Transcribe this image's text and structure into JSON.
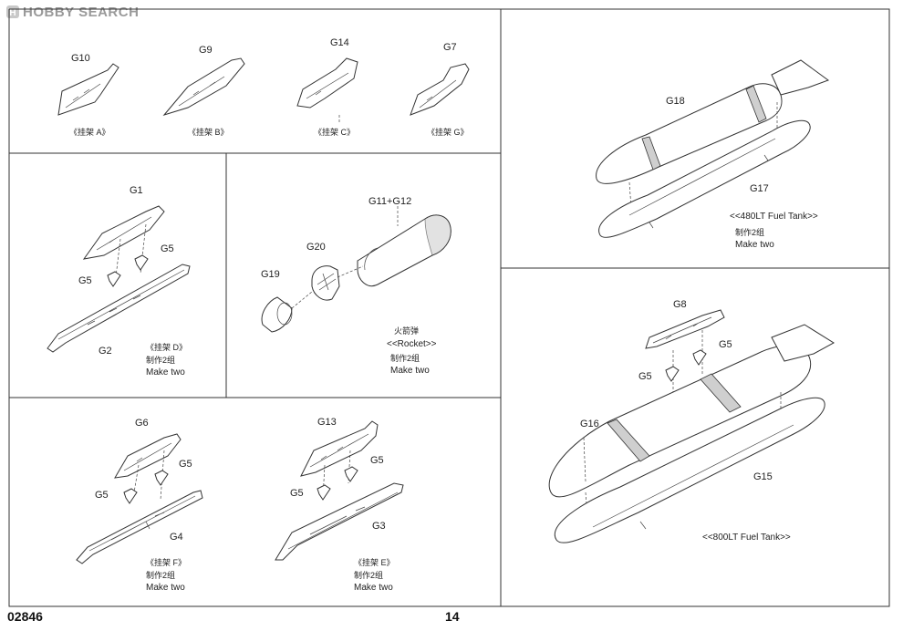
{
  "watermark": {
    "brand": "HOBBY SEARCH"
  },
  "footer": {
    "kit_number": "02846",
    "page_number": "14"
  },
  "pylons_top": [
    {
      "part": "G10",
      "caption": "《挂架 A》"
    },
    {
      "part": "G9",
      "caption": "《挂架 B》"
    },
    {
      "part": "G14",
      "caption": "《挂架 C》"
    },
    {
      "part": "G7",
      "caption": "《挂架 G》"
    }
  ],
  "pylon_d": {
    "pylon": "G1",
    "clip_a": "G5",
    "clip_b": "G5",
    "rail": "G2",
    "caption": "《挂架 D》",
    "note_cn": "制作2组",
    "note_en": "Make two"
  },
  "rocket": {
    "body": "G11+G12",
    "fins": "G20",
    "nose": "G19",
    "caption_cn": "火箭弹",
    "caption_en": "<<Rocket>>",
    "note_cn": "制作2组",
    "note_en": "Make two"
  },
  "pylon_f": {
    "pylon": "G6",
    "clip_a": "G5",
    "clip_b": "G5",
    "rail": "G4",
    "caption": "《挂架 F》",
    "note_cn": "制作2组",
    "note_en": "Make two"
  },
  "pylon_e": {
    "pylon": "G13",
    "clip_a": "G5",
    "clip_b": "G5",
    "rail": "G3",
    "caption": "《挂架 E》",
    "note_cn": "制作2组",
    "note_en": "Make two"
  },
  "tank_480": {
    "upper": "G18",
    "lower": "G17",
    "caption": "<<480LT Fuel Tank>>",
    "note_cn": "制作2组",
    "note_en": "Make two"
  },
  "tank_800": {
    "pylon": "G8",
    "clip_a": "G5",
    "clip_b": "G5",
    "upper": "G16",
    "lower": "G15",
    "caption": "<<800LT Fuel Tank>>"
  }
}
